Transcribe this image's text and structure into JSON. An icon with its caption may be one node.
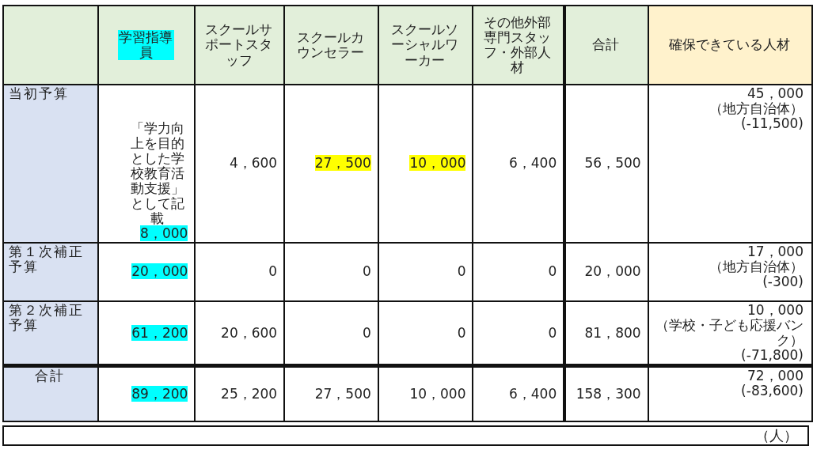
{
  "diagram": {
    "labels": [
      "学習指導員",
      "スクールサポートスタッフ",
      "スクールカウンセラー",
      "スクールソーシャルワーカー",
      "その他外部専門スタッフ・外部人材",
      "合計",
      "確保できている人材",
      "当初予算",
      "「学力向上を目的とした学校教育活動支援」として記載",
      "8，000",
      "4，600",
      "27，500",
      "10，000",
      "6，400",
      "56，500",
      "45，000",
      "（地方自治体）",
      "(-11,500)",
      "第１次補正予算",
      "20，000",
      "0",
      "0",
      "0",
      "0",
      "20，000",
      "17，000",
      "（地方自治体）",
      "(-300)",
      "第２次補正予算",
      "61，200",
      "20，600",
      "0",
      "0",
      "0",
      "81，800",
      "10，000",
      "（学校・子ども応援バンク）",
      "(-71,800)",
      "合計",
      "89，200",
      "25，200",
      "27，500",
      "10，000",
      "6，400",
      "158，300",
      "72，000",
      "(-83,600)",
      "（人）"
    ]
  }
}
